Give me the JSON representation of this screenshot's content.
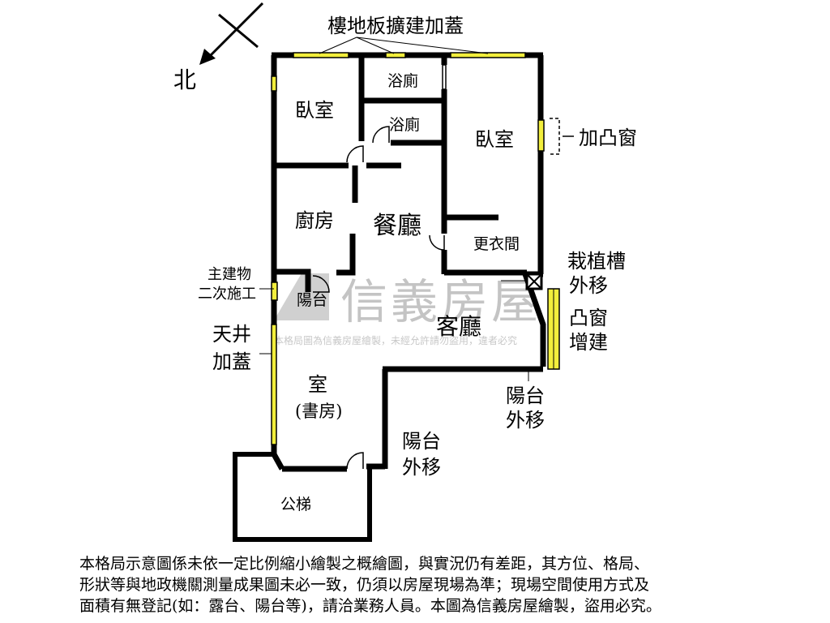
{
  "compass": {
    "north_label": "北"
  },
  "labels": {
    "floor_extension": "樓地板擴建加蓋",
    "bath_top": "浴廁",
    "bath_mid": "浴廁",
    "bedroom_left": "臥室",
    "bedroom_right": "臥室",
    "bay_window_add": "加凸窗",
    "kitchen": "廚房",
    "dining": "餐廳",
    "walk_in_closet": "更衣間",
    "planter_line1": "栽植槽",
    "planter_line2": "外移",
    "main_structure_line1": "主建物",
    "main_structure_line2": "二次施工",
    "small_balcony": "陽台",
    "living_room": "客廳",
    "bay_window_ext_line1": "凸窗",
    "bay_window_ext_line2": "增建",
    "atrium_line1": "天井",
    "atrium_line2": "加蓋",
    "study_line1": "室",
    "study_line2": "(書房)",
    "balcony_right_line1": "陽台",
    "balcony_right_line2": "外移",
    "balcony_bottom_line1": "陽台",
    "balcony_bottom_line2": "外移",
    "public_stairs": "公梯"
  },
  "watermark": {
    "brand": "信義房屋",
    "notice": "本格局圖為信義房屋繪製，未經允許請勿盜用，違者必究"
  },
  "colors": {
    "wall": "#000000",
    "window": "#f2ee3c",
    "watermark": "#b9b9b9"
  },
  "disclaimer": {
    "line1": "本格局示意圖係未依一定比例縮小繪製之概繪圖，與實況仍有差距，其方位、格局、",
    "line2": "形狀等與地政機關測量成果圖未必一致，仍須以房屋現場為準；現場空間使用方式及",
    "line3": "面積有無登記(如：露台、陽台等)，請洽業務人員。本圖為信義房屋繪製，盜用必究。"
  }
}
